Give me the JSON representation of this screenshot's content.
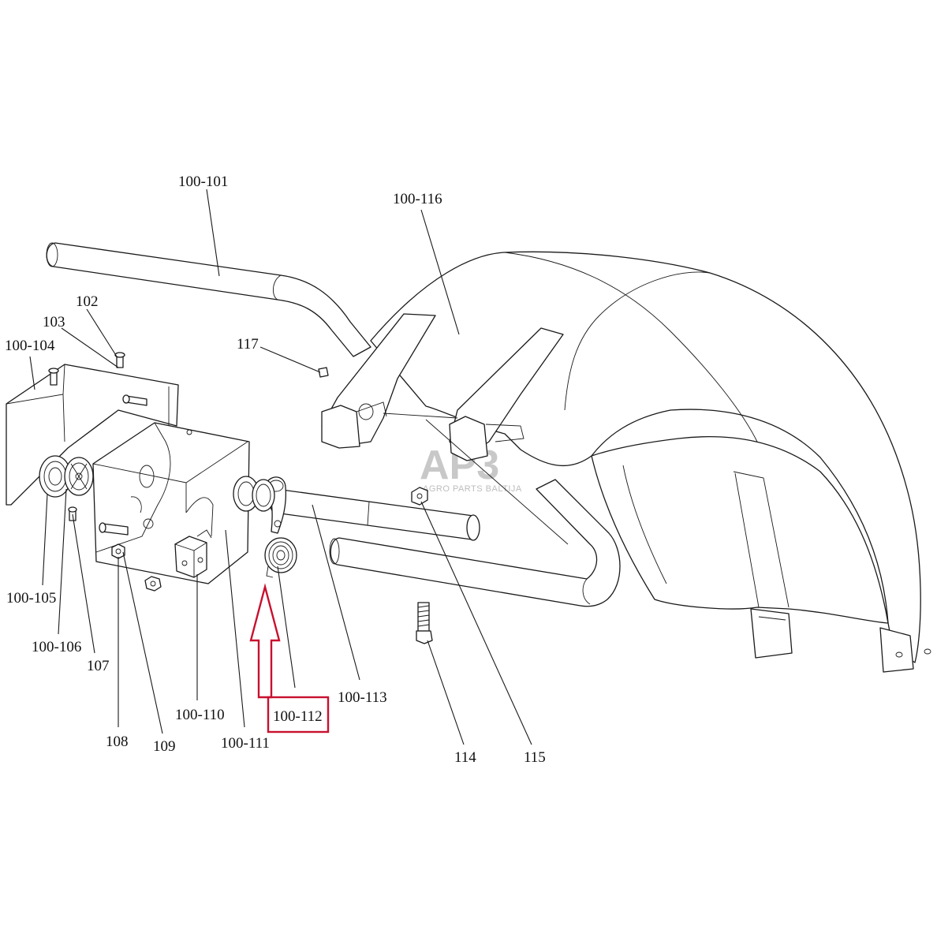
{
  "watermark": {
    "logo": "AP3",
    "tagline": "AGRO PARTS BALTIJA"
  },
  "highlight_color": "#c8102e",
  "highlighted_part": "100-112",
  "parts": [
    {
      "id": "p-100-101",
      "label": "100-101"
    },
    {
      "id": "p-100-116",
      "label": "100-116"
    },
    {
      "id": "p-102",
      "label": "102"
    },
    {
      "id": "p-103",
      "label": "103"
    },
    {
      "id": "p-100-104",
      "label": "100-104"
    },
    {
      "id": "p-117",
      "label": "117"
    },
    {
      "id": "p-100-105",
      "label": "100-105"
    },
    {
      "id": "p-100-106",
      "label": "100-106"
    },
    {
      "id": "p-107",
      "label": "107"
    },
    {
      "id": "p-108",
      "label": "108"
    },
    {
      "id": "p-109",
      "label": "109"
    },
    {
      "id": "p-100-110",
      "label": "100-110"
    },
    {
      "id": "p-100-111",
      "label": "100-111"
    },
    {
      "id": "p-100-112",
      "label": "100-112"
    },
    {
      "id": "p-100-113",
      "label": "100-113"
    },
    {
      "id": "p-114",
      "label": "114"
    },
    {
      "id": "p-115",
      "label": "115"
    }
  ]
}
